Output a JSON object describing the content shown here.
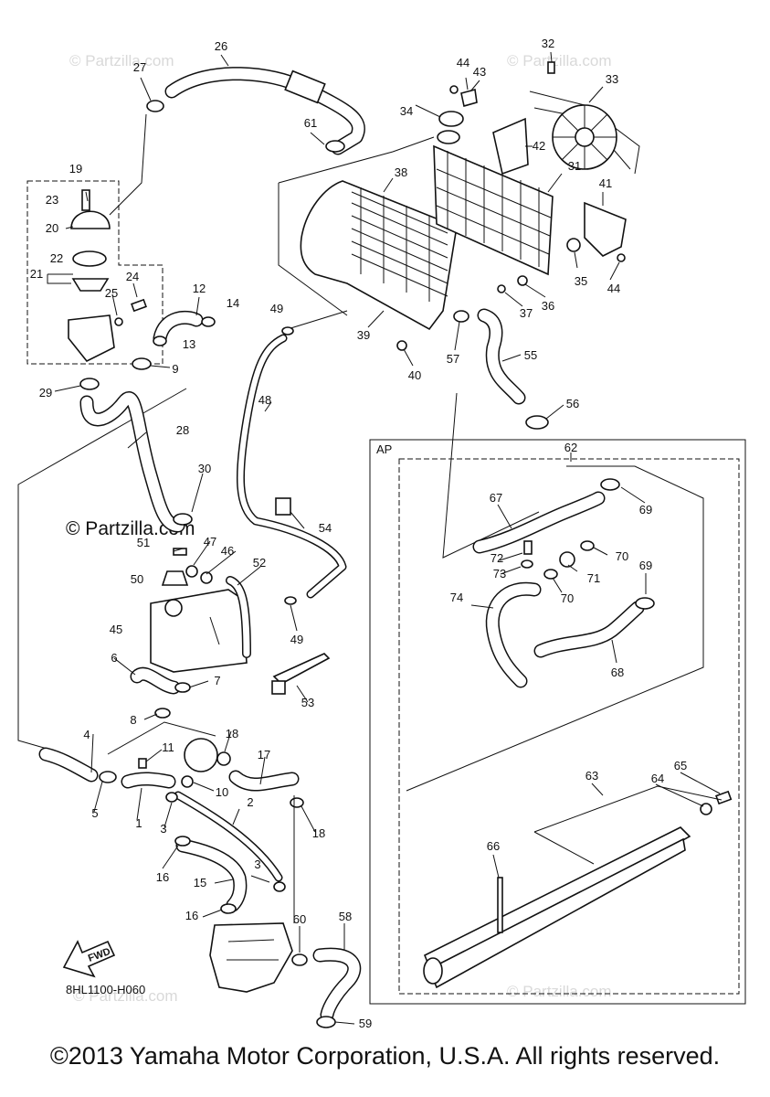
{
  "diagram": {
    "copyright": "©2013 Yamaha Motor Corporation, U.S.A. All rights reserved.",
    "drawing_code": "8HL1100-H060",
    "assembly_box_label": "AP",
    "fwd_arrow_label": "FWD",
    "watermark": "© Partzilla.com",
    "part_numbers": [
      "1",
      "2",
      "3",
      "4",
      "5",
      "6",
      "7",
      "8",
      "9",
      "10",
      "11",
      "12",
      "13",
      "14",
      "15",
      "16",
      "17",
      "18",
      "19",
      "20",
      "21",
      "22",
      "23",
      "24",
      "25",
      "26",
      "27",
      "28",
      "29",
      "30",
      "31",
      "32",
      "33",
      "34",
      "35",
      "36",
      "37",
      "38",
      "39",
      "40",
      "41",
      "42",
      "43",
      "44",
      "45",
      "46",
      "47",
      "48",
      "49",
      "50",
      "51",
      "52",
      "53",
      "54",
      "55",
      "56",
      "57",
      "58",
      "59",
      "60",
      "61",
      "62",
      "63",
      "64",
      "65",
      "66",
      "67",
      "68",
      "69",
      "70",
      "71",
      "72",
      "73",
      "74"
    ]
  }
}
